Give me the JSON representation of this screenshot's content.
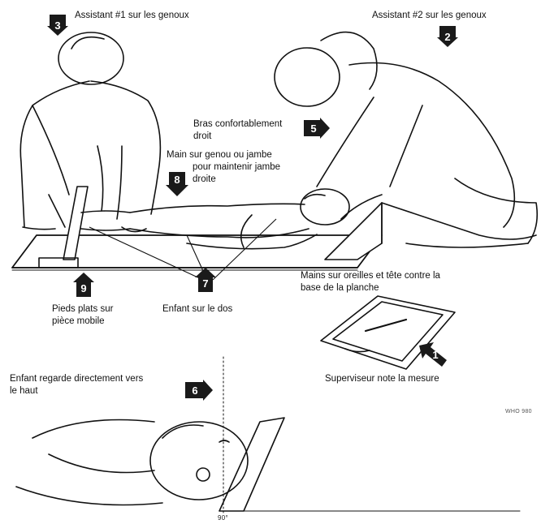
{
  "labels": {
    "assistant1": "Assistant #1 sur les genoux",
    "assistant2": "Assistant #2 sur les genoux",
    "bras_line1": "Bras confortablement",
    "bras_line2": "droit",
    "main_genou_line1": "Main sur genou ou jambe",
    "main_genou_line2": "pour maintenir jambe",
    "main_genou_line3": "droite",
    "mains_oreilles_line1": "Mains sur oreilles et tête contre la",
    "mains_oreilles_line2": "base de la planche",
    "pieds_line1": "Pieds plats sur",
    "pieds_line2": "pièce mobile",
    "enfant_dos": "Enfant sur le dos",
    "superviseur": "Superviseur note la mesure",
    "regarde_line1": "Enfant regarde directement vers",
    "regarde_line2": "le haut",
    "who_credit": "WHO 980",
    "angle": "90°"
  },
  "badges": {
    "n1": "1",
    "n2": "2",
    "n3": "3",
    "n5": "5",
    "n6": "6",
    "n7": "7",
    "n8": "8",
    "n9": "9"
  },
  "colors": {
    "ink": "#111111",
    "badge_fill": "#1a1a1a",
    "paper": "#ffffff"
  },
  "icons": {
    "arrow_down": "down-arrow-badge",
    "arrow_right": "right-arrow-badge",
    "arrow_up": "up-arrow-badge",
    "arrow_upleft": "up-left-arrow-badge"
  }
}
